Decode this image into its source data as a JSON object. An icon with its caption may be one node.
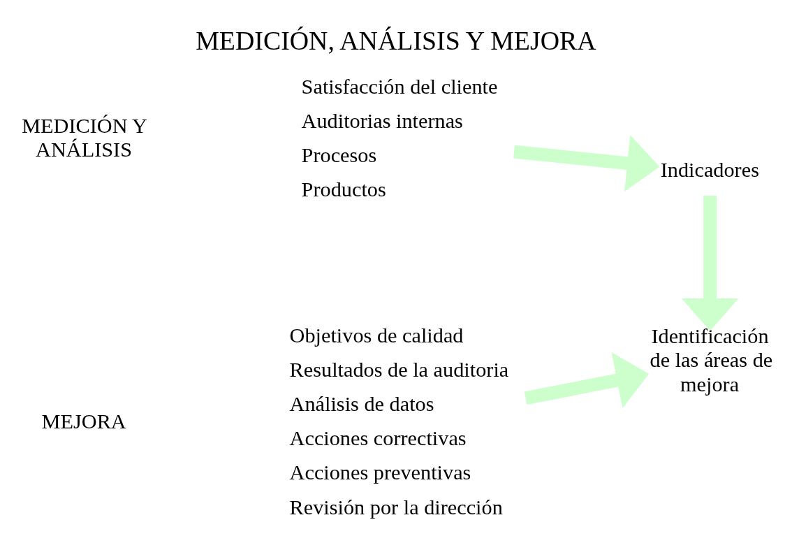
{
  "diagram": {
    "title": "MEDICIÓN, ANÁLISIS Y MEJORA",
    "nodes": [
      {
        "text": [
          "MEDICIÓN Y ANÁLISIS"
        ]
      },
      {
        "text": [
          "Satisfacción del cliente",
          "Auditorias internas",
          "Procesos",
          "Productos"
        ]
      },
      {
        "text": [
          "Indicadores"
        ]
      },
      {
        "text": [
          "MEJORA"
        ]
      },
      {
        "text": [
          "Objetivos de calidad",
          "Resultados de la auditoria",
          "Análisis de datos",
          "Acciones correctivas",
          "Acciones preventivas",
          "Revisión por la dirección"
        ]
      },
      {
        "text": [
          "Identificación de las áreas de mejora"
        ]
      }
    ],
    "edges": [
      {
        "from": 1,
        "to": 2,
        "arrow": "to"
      },
      {
        "from": 2,
        "to": 5,
        "arrow": "to"
      },
      {
        "from": 4,
        "to": 5,
        "arrow": "to"
      }
    ]
  }
}
